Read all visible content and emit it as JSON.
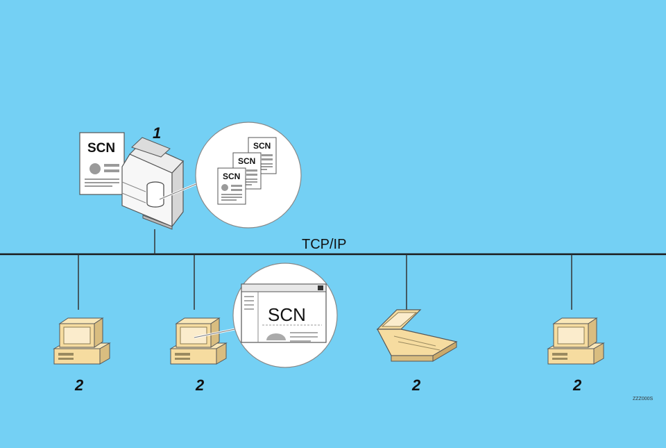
{
  "colors": {
    "background": "#74d0f4",
    "line": "#1a1a1a",
    "device_body": "#f7f7f7",
    "device_stroke": "#555555",
    "computer_beige": "#f6dca0",
    "computer_dark": "#9a8a60",
    "callout_fill": "#ffffff",
    "document_gray": "#9a9a9a"
  },
  "network": {
    "label": "TCP/IP"
  },
  "server": {
    "number": "1",
    "document_label": "SCN",
    "icon": "multifunction-printer-icon",
    "storage_icon": "hard-disk-icon"
  },
  "stored_documents_callout": {
    "document_labels": [
      "SCN",
      "SCN",
      "SCN"
    ]
  },
  "clients": [
    {
      "number": "2",
      "icon": "desktop-computer-icon"
    },
    {
      "number": "2",
      "icon": "desktop-computer-icon"
    },
    {
      "number": "2",
      "icon": "laptop-computer-icon"
    },
    {
      "number": "2",
      "icon": "desktop-computer-icon"
    }
  ],
  "browser_callout": {
    "document_label": "SCN"
  },
  "image_code": "ZZZ000S"
}
